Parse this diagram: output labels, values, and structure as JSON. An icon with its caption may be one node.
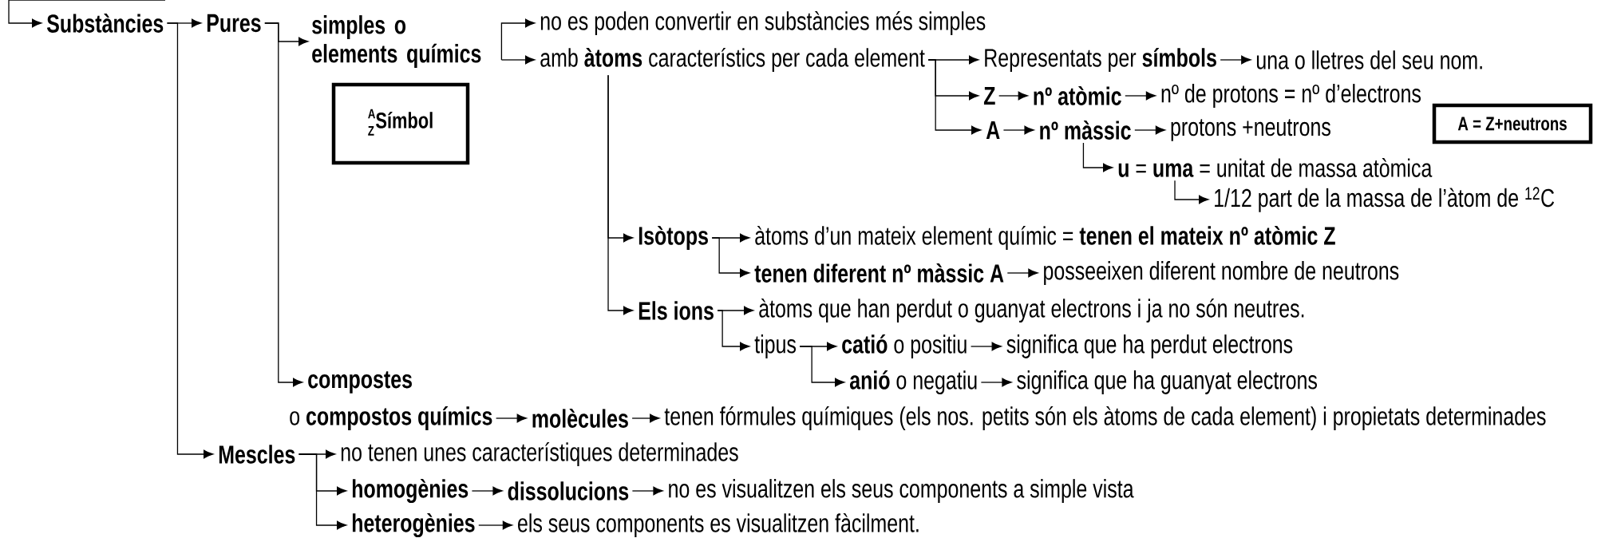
{
  "diagram": {
    "nodes": [
      {
        "text": [
          "Substàncies"
        ]
      },
      {
        "text": [
          "Pures"
        ]
      },
      {
        "text": [
          "simples o elements químics"
        ]
      },
      {
        "text": [
          "A",
          "Z",
          "Símbol"
        ]
      },
      {
        "text": [
          "no es poden convertir en substàncies més simples"
        ]
      },
      {
        "text": [
          "amb **àtoms** característics per cada element"
        ]
      },
      {
        "text": [
          "Representats per **símbols**"
        ]
      },
      {
        "text": [
          "una o lletres del seu nom."
        ]
      },
      {
        "text": [
          "Z"
        ]
      },
      {
        "text": [
          "nº atòmic"
        ]
      },
      {
        "text": [
          "nº de protons = nº d’electrons"
        ]
      },
      {
        "text": [
          "A"
        ]
      },
      {
        "text": [
          "nº màssic"
        ]
      },
      {
        "text": [
          "protons +neutrons"
        ]
      },
      {
        "text": [
          "A = Z+neutrons"
        ]
      },
      {
        "text": [
          "**u** = **uma** = unitat de massa atòmica"
        ]
      },
      {
        "text": [
          "1/12 part de la massa de l’àtom de $^{12}$C"
        ]
      },
      {
        "text": [
          "Isòtops"
        ]
      },
      {
        "text": [
          "àtoms d’un mateix element químic = **tenen el mateix nº atòmic Z**"
        ]
      },
      {
        "text": [
          "tenen diferent nº màssic A"
        ]
      },
      {
        "text": [
          "posseeixen diferent nombre de neutrons"
        ]
      },
      {
        "text": [
          "Els ions"
        ]
      },
      {
        "text": [
          "àtoms que han perdut o guanyat electrons i ja no són neutres."
        ]
      },
      {
        "text": [
          "tipus"
        ]
      },
      {
        "text": [
          "**catió** o positiu"
        ]
      },
      {
        "text": [
          "significa que ha perdut electrons"
        ]
      },
      {
        "text": [
          "**anió** o negatiu"
        ]
      },
      {
        "text": [
          "significa que ha guanyat electrons"
        ]
      },
      {
        "text": [
          "compostes"
        ]
      },
      {
        "text": [
          "o **compostos químics**"
        ]
      },
      {
        "text": [
          "molècules"
        ]
      },
      {
        "text": [
          "tenen fórmules químiques (els nos. petits són els àtoms de cada element) i propietats determinades"
        ]
      },
      {
        "text": [
          "Mescles"
        ]
      },
      {
        "text": [
          "no tenen unes característiques determinades"
        ]
      },
      {
        "text": [
          "homogènies"
        ]
      },
      {
        "text": [
          "dissolucions"
        ]
      },
      {
        "text": [
          "no es visualitzen els seus components a simple vista"
        ]
      },
      {
        "text": [
          "heterogènies"
        ]
      },
      {
        "text": [
          "els seus components es visualitzen fàcilment."
        ]
      }
    ],
    "edges": [
      {
        "from": null,
        "to": 0,
        "arrow": "to"
      },
      {
        "from": 0,
        "to": 1,
        "arrow": "to"
      },
      {
        "from": 0,
        "to": 32,
        "arrow": "to"
      },
      {
        "from": 1,
        "to": 2,
        "arrow": "to"
      },
      {
        "from": 1,
        "to": 28,
        "arrow": "to"
      },
      {
        "from": 2,
        "to": 4,
        "arrow": "to"
      },
      {
        "from": 2,
        "to": 5,
        "arrow": "to"
      },
      {
        "from": 5,
        "to": 6,
        "arrow": "to"
      },
      {
        "from": 5,
        "to": 8,
        "arrow": "to"
      },
      {
        "from": 5,
        "to": 11,
        "arrow": "to"
      },
      {
        "from": 6,
        "to": 7,
        "arrow": "to"
      },
      {
        "from": 8,
        "to": 9,
        "arrow": "to"
      },
      {
        "from": 9,
        "to": 10,
        "arrow": "to"
      },
      {
        "from": 11,
        "to": 12,
        "arrow": "to"
      },
      {
        "from": 12,
        "to": 13,
        "arrow": "to"
      },
      {
        "from": 12,
        "to": 15,
        "arrow": "to"
      },
      {
        "from": 15,
        "to": 16,
        "arrow": "to"
      },
      {
        "from": 5,
        "to": 17,
        "arrow": "to"
      },
      {
        "from": 5,
        "to": 21,
        "arrow": "to"
      },
      {
        "from": 17,
        "to": 18,
        "arrow": "to"
      },
      {
        "from": 17,
        "to": 19,
        "arrow": "to"
      },
      {
        "from": 19,
        "to": 20,
        "arrow": "to"
      },
      {
        "from": 21,
        "to": 22,
        "arrow": "to"
      },
      {
        "from": 21,
        "to": 23,
        "arrow": "to"
      },
      {
        "from": 23,
        "to": 24,
        "arrow": "to"
      },
      {
        "from": 23,
        "to": 26,
        "arrow": "to"
      },
      {
        "from": 24,
        "to": 25,
        "arrow": "to"
      },
      {
        "from": 26,
        "to": 27,
        "arrow": "to"
      },
      {
        "from": 29,
        "to": 30,
        "arrow": "to"
      },
      {
        "from": 30,
        "to": 31,
        "arrow": "to"
      },
      {
        "from": 32,
        "to": 33,
        "arrow": "to"
      },
      {
        "from": 32,
        "to": 34,
        "arrow": "to"
      },
      {
        "from": 32,
        "to": 37,
        "arrow": "to"
      },
      {
        "from": 34,
        "to": 35,
        "arrow": "to"
      },
      {
        "from": 35,
        "to": 36,
        "arrow": "to"
      },
      {
        "from": 37,
        "to": 38,
        "arrow": "to"
      }
    ]
  }
}
